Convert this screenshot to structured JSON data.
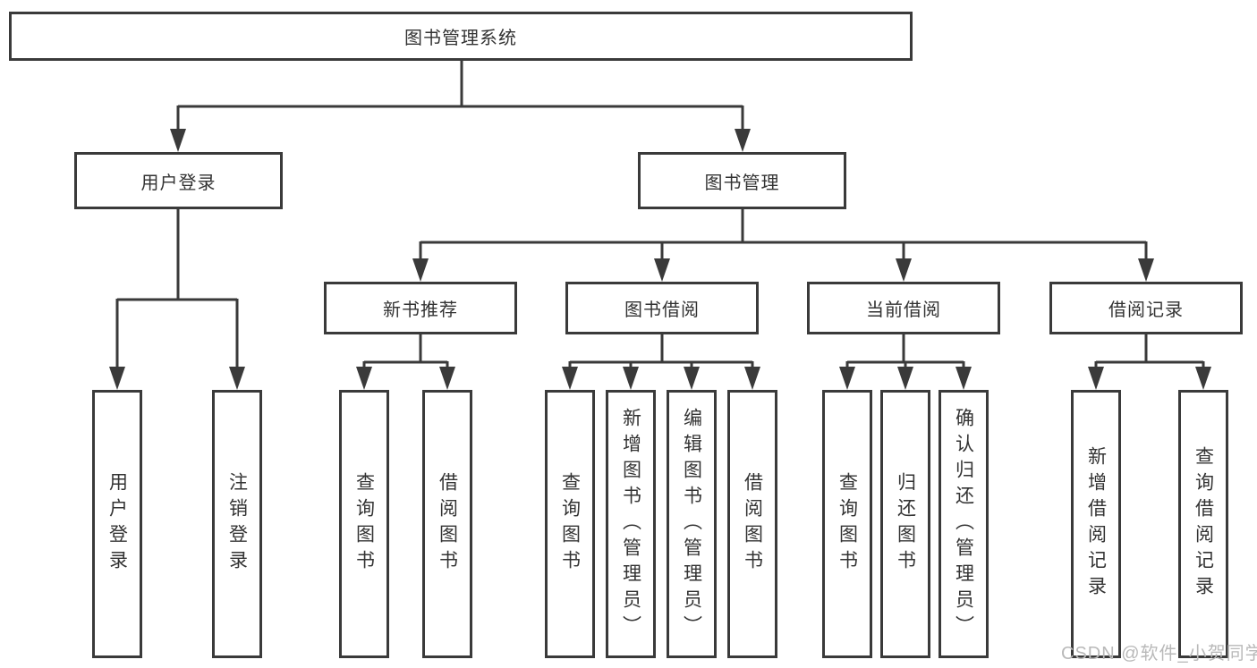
{
  "diagram": {
    "title": "图书管理系统",
    "tree": {
      "label": "图书管理系统",
      "children": [
        {
          "label": "用户登录",
          "children": [
            {
              "label": "用户登录"
            },
            {
              "label": "注销登录"
            }
          ]
        },
        {
          "label": "图书管理",
          "children": [
            {
              "label": "新书推荐",
              "children": [
                {
                  "label": "查询图书"
                },
                {
                  "label": "借阅图书"
                }
              ]
            },
            {
              "label": "图书借阅",
              "children": [
                {
                  "label": "查询图书"
                },
                {
                  "label": "新增图书（管理员）"
                },
                {
                  "label": "编辑图书（管理员）"
                },
                {
                  "label": "借阅图书"
                }
              ]
            },
            {
              "label": "当前借阅",
              "children": [
                {
                  "label": "查询图书"
                },
                {
                  "label": "归还图书"
                },
                {
                  "label": "确认归还（管理员）"
                }
              ]
            },
            {
              "label": "借阅记录",
              "children": [
                {
                  "label": "新增借阅记录"
                },
                {
                  "label": "查询借阅记录"
                }
              ]
            }
          ]
        }
      ]
    },
    "watermark": "CSDN @软件_小贺同学",
    "colors": {
      "line": "#3a3a3a",
      "text": "#333333",
      "box_fill": "#ffffff",
      "background": "#ffffff",
      "watermark": "#b9b9b9"
    }
  }
}
